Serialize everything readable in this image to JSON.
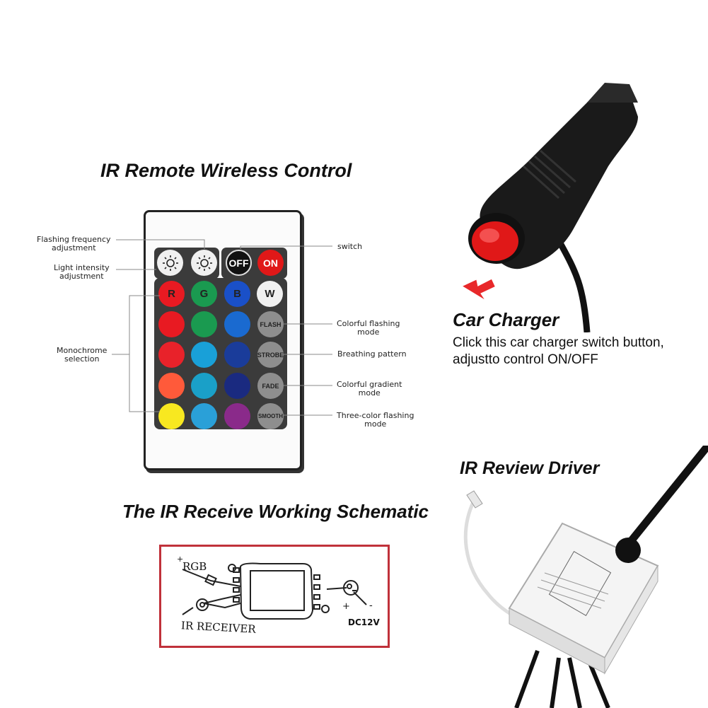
{
  "remote_section": {
    "title": "IR Remote Wireless Control",
    "buttons": {
      "off": "OFF",
      "on": "ON",
      "r": "R",
      "g": "G",
      "b": "B",
      "w": "W",
      "flash": "FLASH",
      "strobe": "STROBE",
      "fade": "FADE",
      "smooth": "SMOOTH"
    },
    "color_grid": [
      "#e81a22",
      "#1a9a50",
      "#1a6ad0",
      "#e8222a",
      "#19a0d8",
      "#1a3c9a",
      "#ff5a3a",
      "#1aa0c8",
      "#1a2a80",
      "#f8e820",
      "#2aa0d8",
      "#8a2a8a"
    ],
    "labels": {
      "flashing_frequency": [
        "Flashing frequency",
        "adjustment"
      ],
      "light_intensity": [
        "Light intensity",
        "adjustment"
      ],
      "monochrome": [
        "Monochrome",
        "selection"
      ],
      "switch": "switch",
      "colorful_flashing": [
        "Colorful flashing",
        "mode"
      ],
      "breathing": "Breathing pattern",
      "colorful_gradient": [
        "Colorful gradient",
        "mode"
      ],
      "three_color": [
        "Three-color flashing",
        "mode"
      ]
    }
  },
  "schematic_section": {
    "title": "The IR Receive Working Schematic",
    "rgb_label": "RGB",
    "ir_receiver_label": "IR RECEIVER",
    "dc_label": "DC12V",
    "plus": "+",
    "minus": "-"
  },
  "charger_section": {
    "title": "Car Charger",
    "description": [
      "Click this car charger switch button,",
      "adjustto control ON/OFF"
    ]
  },
  "driver_section": {
    "title": "IR Review Driver"
  },
  "colors": {
    "schematic_border": "#c0313a",
    "arrow": "#e8282a",
    "button_red": "#e01818"
  }
}
